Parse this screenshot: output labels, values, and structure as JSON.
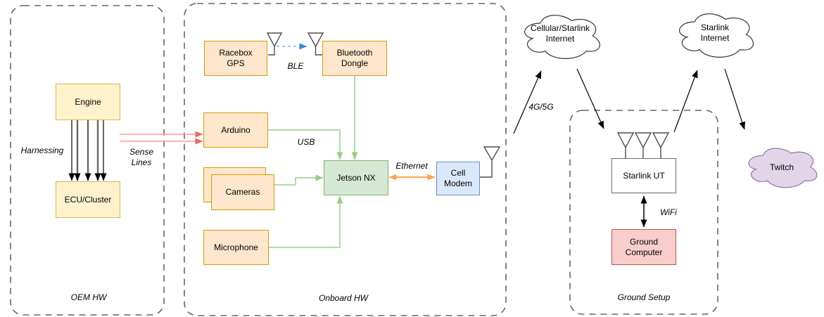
{
  "containers": {
    "oem": "OEM HW",
    "onboard": "Onboard HW",
    "ground": "Ground Setup"
  },
  "nodes": {
    "engine": "Engine",
    "ecu_cluster": "ECU/Cluster",
    "racebox_gps": "Racebox\nGPS",
    "bluetooth_dongle": "Bluetooth\nDongle",
    "arduino": "Arduino",
    "cameras": "Cameras",
    "microphone": "Microphone",
    "jetson_nx": "Jetson NX",
    "cell_modem": "Cell\nModem",
    "starlink_ut": "Starlink UT",
    "ground_computer": "Ground\nComputer"
  },
  "clouds": {
    "cellular_starlink": "Cellular/Starlink\nInternet",
    "starlink": "Starlink\nInternet",
    "twitch": "Twitch"
  },
  "links": {
    "harnessing": "Harnessing",
    "sense_lines": "Sense\nLines",
    "ble": "BLE",
    "usb": "USB",
    "ethernet": "Ethernet",
    "cellular": "4G/5G",
    "wifi": "WiFi"
  },
  "colors": {
    "yellow_fill": "#FFF2CC",
    "yellow_stroke": "#D6B656",
    "orange_fill": "#FFE6CC",
    "orange_stroke": "#D79B00",
    "green_fill": "#D5E8D4",
    "green_stroke": "#82B366",
    "blue_fill": "#DAE8FC",
    "blue_stroke": "#6C8EBF",
    "red_fill": "#F8CECC",
    "red_stroke": "#B85450",
    "purple_fill": "#E1D5E7",
    "purple_stroke": "#9673A6",
    "plain_fill": "#FFFFFF",
    "plain_stroke": "#666666",
    "green_link": "#95CE85",
    "pink_link": "#FF9999",
    "orange_link": "#FFA64D",
    "blue_link": "#7EB6F0"
  }
}
